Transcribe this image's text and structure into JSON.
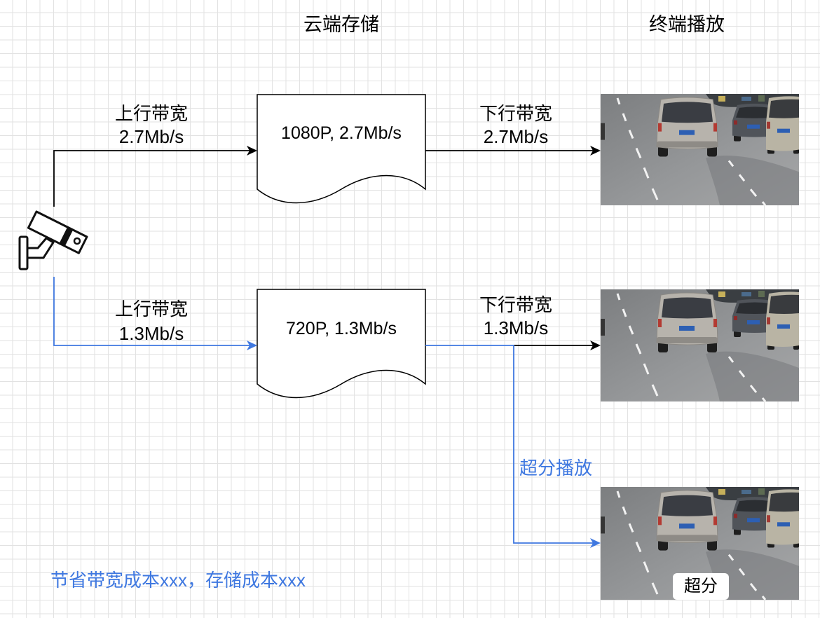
{
  "columns": {
    "cloud_storage": "云端存储",
    "terminal_playback": "终端播放"
  },
  "upload": {
    "high": {
      "label": "上行带宽",
      "rate": "2.7Mb/s"
    },
    "low": {
      "label": "上行带宽",
      "rate": "1.3Mb/s"
    }
  },
  "storage": {
    "high": "1080P, 2.7Mb/s",
    "low": "720P, 1.3Mb/s"
  },
  "download": {
    "high": {
      "label": "下行带宽",
      "rate": "2.7Mb/s"
    },
    "low": {
      "label": "下行带宽",
      "rate": "1.3Mb/s"
    }
  },
  "super_resolution": {
    "path_label": "超分播放",
    "badge": "超分"
  },
  "note": "节省带宽成本xxx，存储成本xxx",
  "colors": {
    "line": "#000000",
    "accent": "#3f78e0",
    "grid": "#e2e2e2"
  },
  "icons": {
    "source": "security-camera-icon"
  }
}
